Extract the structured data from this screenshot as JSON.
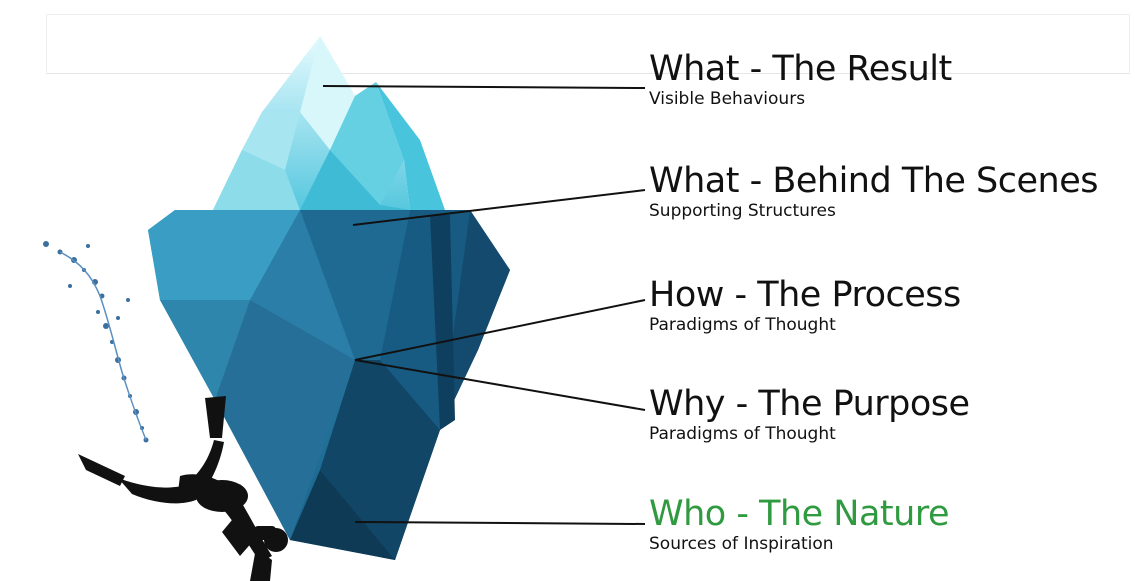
{
  "layers": [
    {
      "title": "What - The Result",
      "subtitle": "Visible Behaviours"
    },
    {
      "title": "What - Behind The Scenes",
      "subtitle": "Supporting Structures"
    },
    {
      "title": "How - The Process",
      "subtitle": "Paradigms of Thought"
    },
    {
      "title": "Why - The Purpose",
      "subtitle": "Paradigms of Thought"
    },
    {
      "title": "Who - The Nature",
      "subtitle": "Sources of Inspiration",
      "accent": "#2f9a3f"
    }
  ],
  "colors": {
    "text": "#111111",
    "accent": "#2f9a3f",
    "ice_light": "#bfeff5",
    "ice_mid": "#5fc8dc",
    "ice_dark": "#1f6f95",
    "ice_deep": "#0e3f5f",
    "diver": "#111111"
  },
  "icons": [
    "iceberg-illustration",
    "diver-silhouette-icon",
    "water-splash-icon"
  ]
}
